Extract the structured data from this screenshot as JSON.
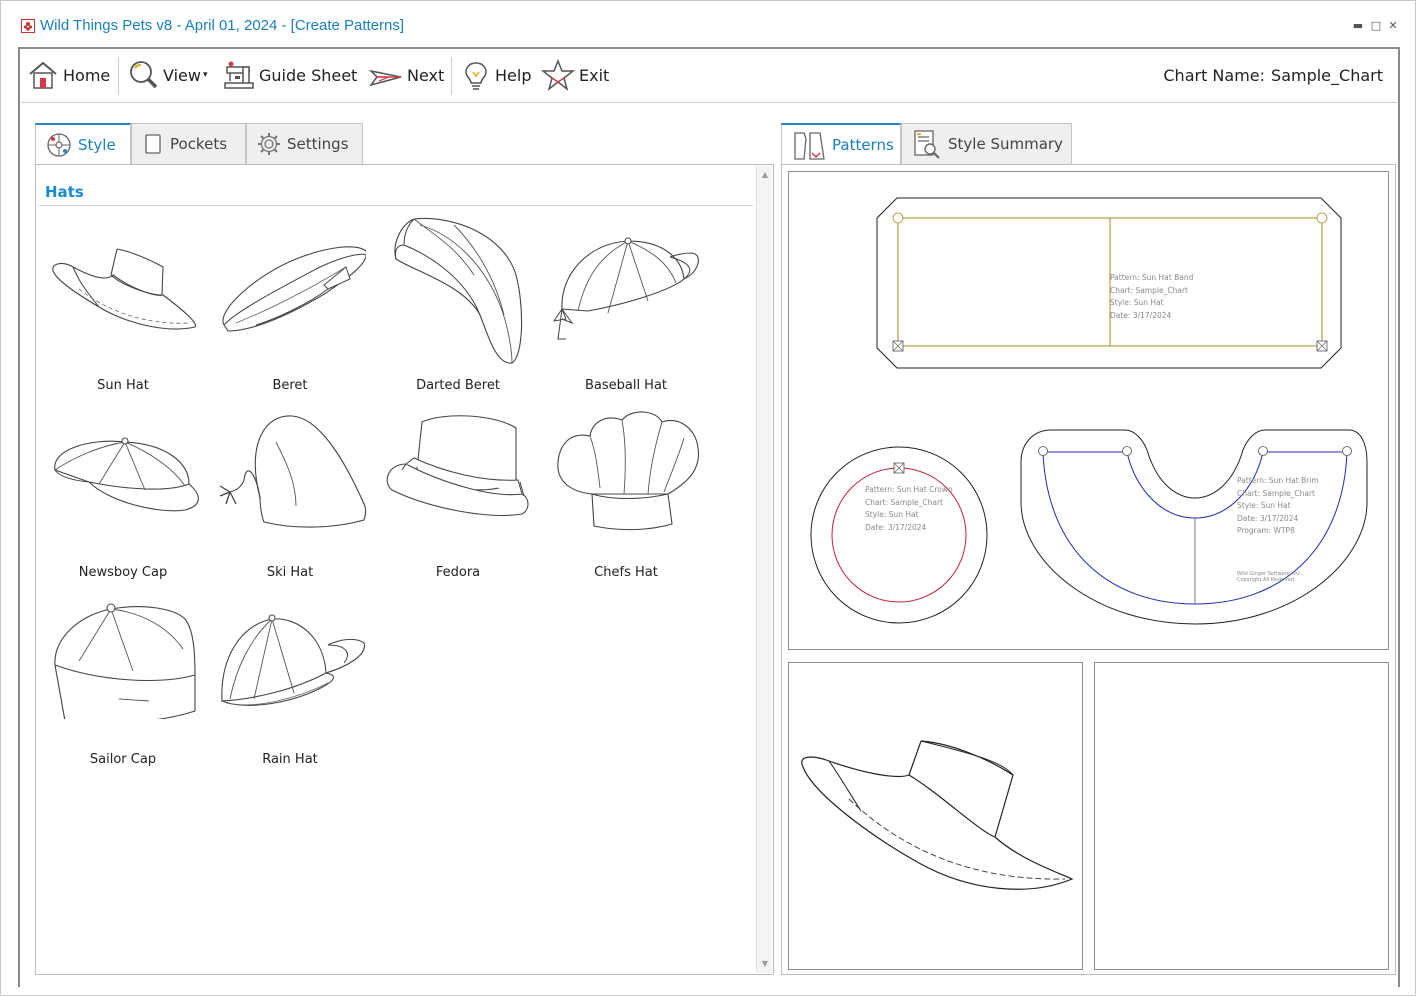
{
  "window": {
    "title": "Wild Things Pets v8 - April 01, 2024 - [Create Patterns]",
    "min": "▬",
    "max": "□",
    "close": "✕"
  },
  "toolbar": {
    "home": "Home",
    "view": "View",
    "view_arrow": "▾",
    "guide_sheet": "Guide Sheet",
    "next": "Next",
    "help": "Help",
    "exit": "Exit",
    "chart_name_label": "Chart Name:",
    "chart_name_value": "Sample_Chart"
  },
  "left_tabs": [
    {
      "label": "Style",
      "icon": "style-icon",
      "active": true
    },
    {
      "label": "Pockets",
      "icon": "pocket-icon",
      "active": false
    },
    {
      "label": "Settings",
      "icon": "gear-icon",
      "active": false
    }
  ],
  "right_tabs": [
    {
      "label": "Patterns",
      "icon": "patterns-icon",
      "active": true
    },
    {
      "label": "Style Summary",
      "icon": "summary-icon",
      "active": false
    }
  ],
  "section_title": "Hats",
  "hats": [
    {
      "name": "Sun Hat"
    },
    {
      "name": "Beret"
    },
    {
      "name": "Darted Beret"
    },
    {
      "name": "Baseball Hat"
    },
    {
      "name": "Newsboy Cap"
    },
    {
      "name": "Ski Hat"
    },
    {
      "name": "Fedora"
    },
    {
      "name": "Chefs Hat"
    },
    {
      "name": "Sailor Cap"
    },
    {
      "name": "Rain Hat"
    }
  ],
  "patterns": {
    "band": [
      "Pattern: Sun Hat Band",
      "Chart: Sample_Chart",
      "Style: Sun Hat",
      "Date: 3/17/2024"
    ],
    "crown": [
      "Pattern: Sun Hat Crown",
      "Chart: Sample_Chart",
      "Style: Sun Hat",
      "Date: 3/17/2024"
    ],
    "brim": [
      "Pattern: Sun Hat Brim",
      "Chart: Sample_Chart",
      "Style: Sun Hat",
      "Date: 3/17/2024",
      "Program: WTP8"
    ],
    "copyright": [
      "Wild Ginger Software, Inc.",
      "Copyright All Reserved"
    ]
  },
  "colors": {
    "accent": "#1a8ccf",
    "band_outline": "#b08a20",
    "crown_line": "#c0223a",
    "brim_line": "#1b2fb0"
  }
}
